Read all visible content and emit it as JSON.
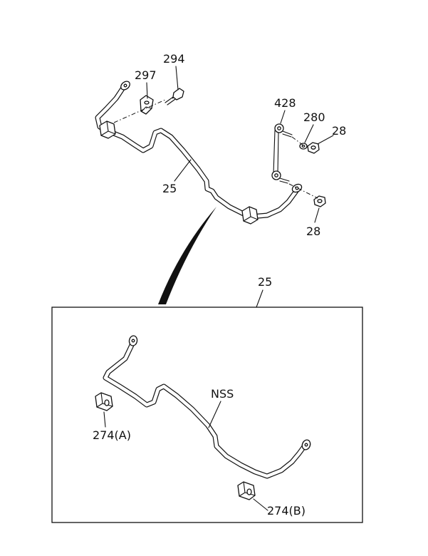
{
  "callouts": {
    "bolt_294": "294",
    "bracket_297": "297",
    "link_428": "428",
    "washer_280": "280",
    "nut_28_top": "28",
    "nut_28_bottom": "28",
    "stabilizer_25_top": "25",
    "stabilizer_25_detail": "25",
    "nss": "NSS",
    "bushing_274a": "274(A)",
    "bushing_274b": "274(B)"
  },
  "colors": {
    "ink": "#111111",
    "background": "#ffffff"
  }
}
